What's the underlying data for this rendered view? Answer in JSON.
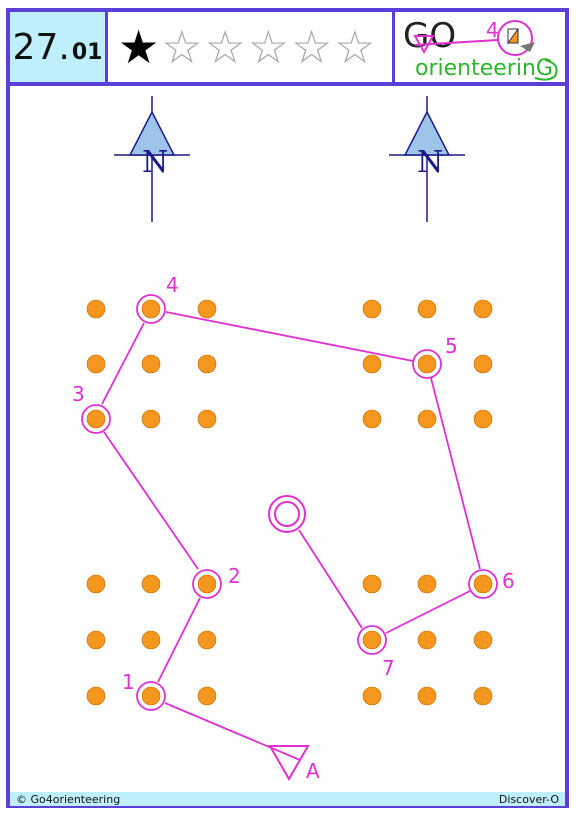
{
  "header": {
    "code_main": "27.",
    "code_sub": "01",
    "stars_filled": 1,
    "stars_total": 6,
    "logo_go": "GO",
    "logo_number": "4",
    "logo_orienteering": "orienteerinG"
  },
  "north_arrows": [
    {
      "letter": "N"
    },
    {
      "letter": "N"
    }
  ],
  "controls": [
    {
      "label": "1"
    },
    {
      "label": "2"
    },
    {
      "label": "3"
    },
    {
      "label": "4"
    },
    {
      "label": "5"
    },
    {
      "label": "6"
    },
    {
      "label": "7"
    }
  ],
  "start_label": "A",
  "footer": {
    "copyright": "© Go4orienteering",
    "series": "Discover-O"
  },
  "colors": {
    "border": "#5a3fd8",
    "header_bg": "#bfeffb",
    "course": "#e030d0",
    "dot_fill": "#f5961e",
    "north": "#1a1a8a"
  }
}
